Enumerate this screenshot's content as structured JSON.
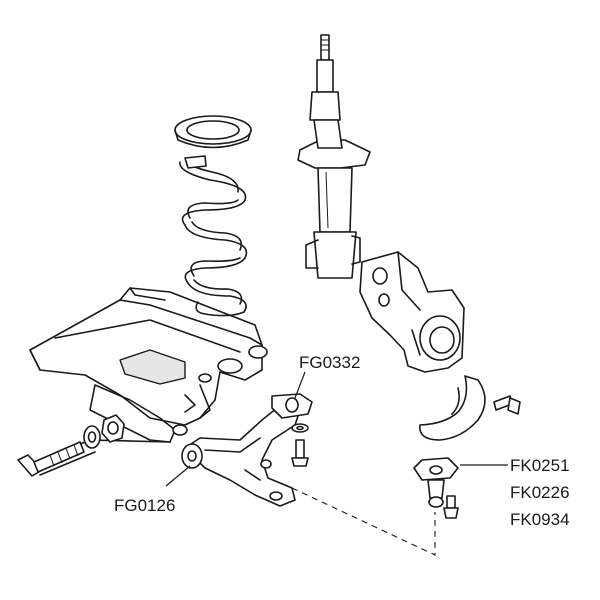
{
  "diagram": {
    "part_labels": {
      "subframe_link": "FG0332",
      "lower_arm_bush": "FG0126",
      "ball_joint_1": "FK0251",
      "ball_joint_2": "FK0226",
      "ball_joint_3": "FK0934"
    },
    "colors": {
      "line": "#1a1a1a",
      "background": "#ffffff",
      "shade": "#e6e6e6"
    }
  }
}
